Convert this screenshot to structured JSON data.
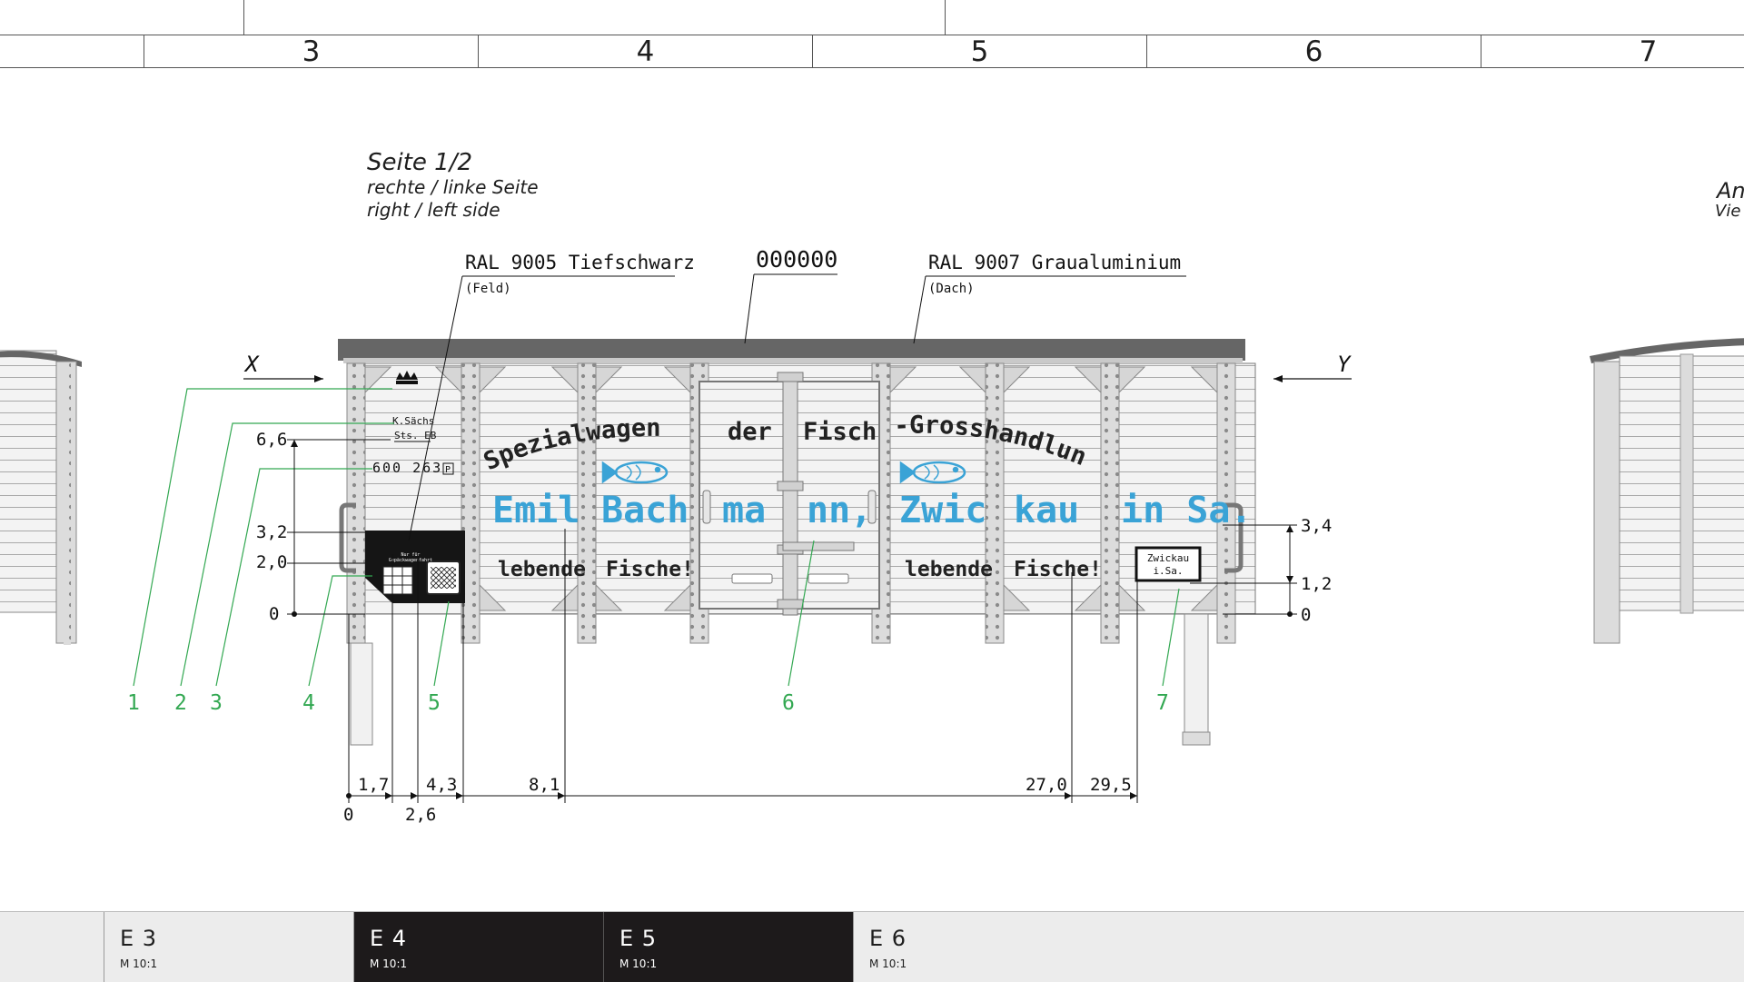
{
  "header": {
    "columns": [
      "3",
      "4",
      "5",
      "6",
      "7"
    ]
  },
  "view_title": {
    "line1": "Seite 1/2",
    "line2": "rechte / linke Seite",
    "line3": "right / left side"
  },
  "end_view_label": {
    "line1": "An",
    "line2": "Vie"
  },
  "callouts": {
    "color_field": {
      "label": "RAL 9005 Tiefschwarz",
      "sub": "(Feld)"
    },
    "number": {
      "label": "000000"
    },
    "color_roof": {
      "label": "RAL 9007 Graualuminium",
      "sub": "(Dach)"
    }
  },
  "view_markers": {
    "left": "X",
    "right": "Y"
  },
  "wagon_lettering": {
    "arc_left": "Spezialwagen",
    "word_der": "der",
    "word_fisch": "Fisch",
    "arc_right": "-Grosshandlung",
    "blue": [
      "Emil",
      "Bach",
      "ma",
      "nn,",
      "Zwic",
      "kau",
      "in Sa."
    ],
    "black_bottom": [
      "lebende",
      "Fische!",
      "lebende",
      "Fische!"
    ],
    "owner_line1": "K.Sächs",
    "owner_line2": "Sts. EB",
    "wagon_number": "600 263",
    "wagon_number_mark": "P",
    "plate_small_1": "Nur für",
    "plate_small_2": "Gepäckwagenfahrt",
    "station_line1": "Zwickau",
    "station_line2": "i.Sa."
  },
  "colors": {
    "blue_lettering": "#3aa3d6",
    "leader_green": "#33a852",
    "roof": "#666666",
    "field": "#151515"
  },
  "position_numbers": [
    "1",
    "2",
    "3",
    "4",
    "5",
    "6",
    "7"
  ],
  "dimensions": {
    "left_vertical": [
      "6,6",
      "3,2",
      "2,0",
      "0"
    ],
    "right_vertical": [
      "3,4",
      "1,2",
      "0"
    ],
    "horizontal_top": [
      "1,7",
      "4,3",
      "8,1",
      "27,0",
      "29,5"
    ],
    "horizontal_bottom": [
      "0",
      "2,6"
    ]
  },
  "tabs": [
    {
      "name": "E 3",
      "scale": "M 10:1",
      "active": false
    },
    {
      "name": "E 4",
      "scale": "M 10:1",
      "active": true
    },
    {
      "name": "E 5",
      "scale": "M 10:1",
      "active": true
    },
    {
      "name": "E 6",
      "scale": "M 10:1",
      "active": false
    }
  ]
}
